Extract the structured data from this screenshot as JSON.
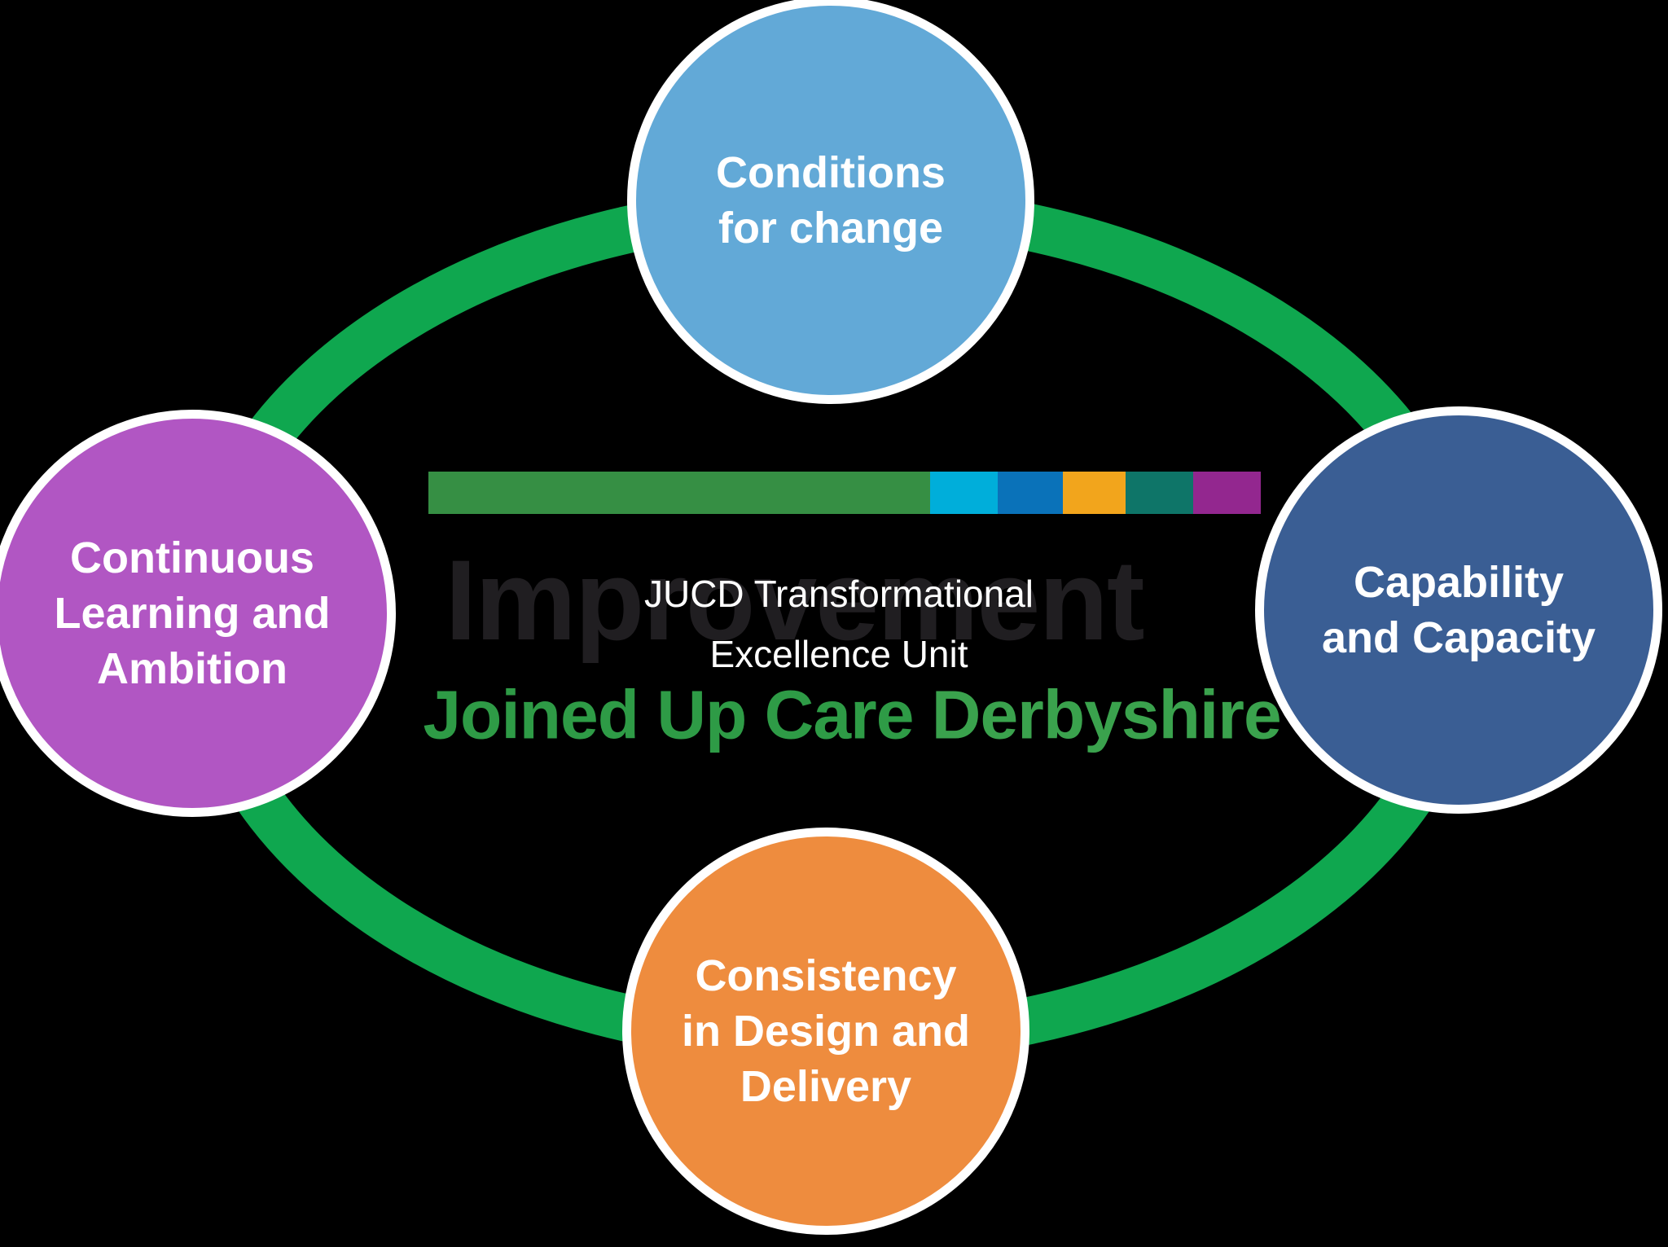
{
  "background": "#000000",
  "ring": {
    "color": "#0FA74F"
  },
  "circles": [
    {
      "id": "conditions",
      "color": "#62A9D7",
      "lines": [
        "Conditions",
        "for change"
      ]
    },
    {
      "id": "capability",
      "color": "#3A5E94",
      "lines": [
        "Capability",
        "and Capacity"
      ]
    },
    {
      "id": "consistency",
      "color": "#EE8C3E",
      "lines": [
        "Consistency",
        "in Design and",
        "Delivery"
      ]
    },
    {
      "id": "continuous",
      "color": "#B156C3",
      "lines": [
        "Continuous",
        "Learning and",
        "Ambition"
      ]
    }
  ],
  "center": {
    "watermark": "Improvement",
    "watermark_color": "#201E21",
    "unit_lines": [
      "JUCD Transformational",
      "Excellence Unit"
    ],
    "logo": {
      "primary": "Joined Up Care",
      "primary_color": "#2E9B46",
      "secondary": " Derbyshire",
      "secondary_color": "#3AA24D"
    },
    "bar": {
      "segments": [
        {
          "name": "green",
          "color": "#368F44",
          "width": "60.3%"
        },
        {
          "name": "cyan",
          "color": "#00AEDA",
          "width": "8.1%"
        },
        {
          "name": "blue",
          "color": "#0A72B9",
          "width": "7.8%"
        },
        {
          "name": "amber",
          "color": "#F2A51C",
          "width": "7.6%"
        },
        {
          "name": "teal",
          "color": "#0E7568",
          "width": "8.1%"
        },
        {
          "name": "purple",
          "color": "#93278F",
          "width": "8.1%"
        }
      ]
    }
  }
}
